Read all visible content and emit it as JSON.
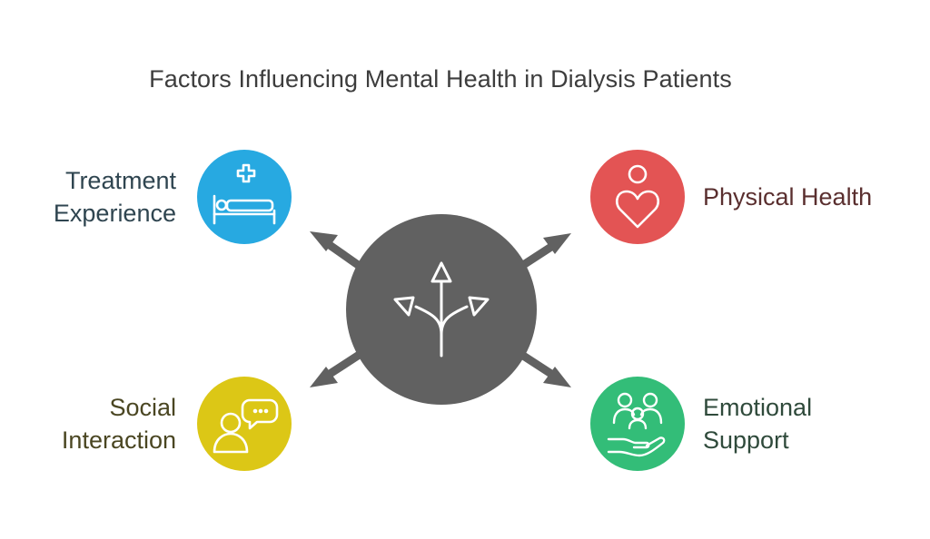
{
  "title": "Factors Influencing Mental Health in Dialysis Patients",
  "center": {
    "icon": "diverging-arrows-icon",
    "color": "#616161"
  },
  "factors": [
    {
      "id": "treatment",
      "lines": [
        "Treatment",
        "Experience"
      ],
      "icon": "hospital-bed-cross-icon",
      "color": "#27a9e1",
      "text_color": "#2f4550"
    },
    {
      "id": "physical",
      "lines": [
        "Physical Health"
      ],
      "icon": "person-heart-icon",
      "color": "#e35454",
      "text_color": "#5a2f2f"
    },
    {
      "id": "social",
      "lines": [
        "Social",
        "Interaction"
      ],
      "icon": "person-speech-bubble-icon",
      "color": "#dcc716",
      "text_color": "#4a4622"
    },
    {
      "id": "emotional",
      "lines": [
        "Emotional",
        "Support"
      ],
      "icon": "family-in-hand-icon",
      "color": "#33bd78",
      "text_color": "#2f4a3b"
    }
  ]
}
